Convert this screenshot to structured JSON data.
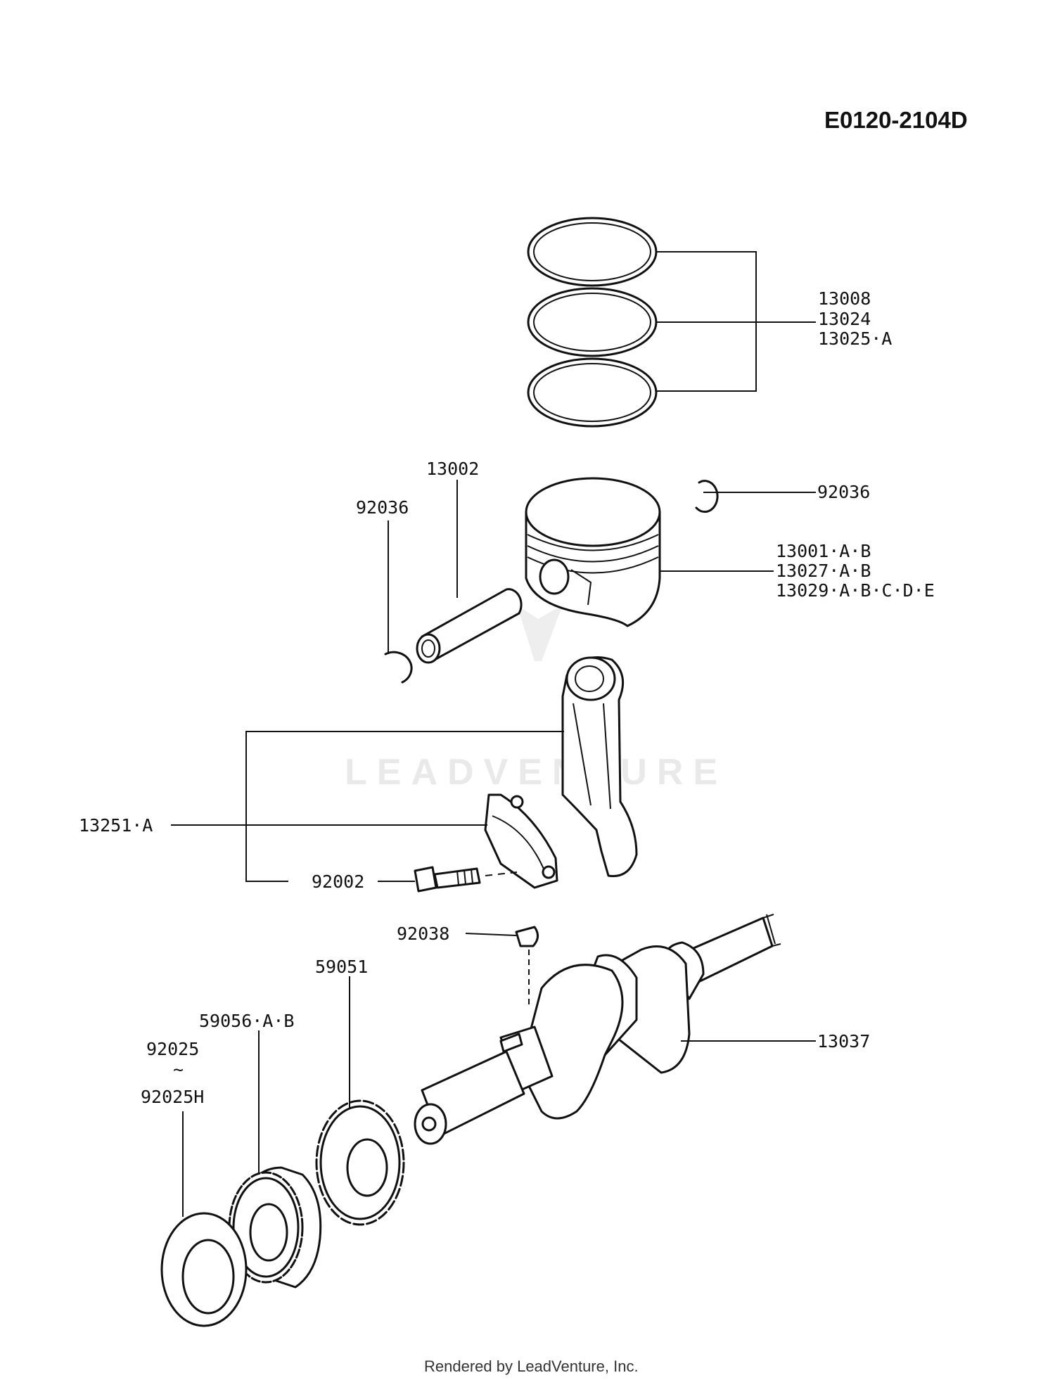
{
  "diagram": {
    "code": "E0120-2104D",
    "watermark": "LEADVENTURE",
    "footer": "Rendered by LeadVenture, Inc.",
    "labels": {
      "ring1": "13008",
      "ring2": "13024",
      "ring3": "13025·A",
      "pin": "13002",
      "clip_left": "92036",
      "clip_right": "92036",
      "piston1": "13001·A·B",
      "piston2": "13027·A·B",
      "piston3": "13029·A·B·C·D·E",
      "conrod": "13251·A",
      "bolt": "92002",
      "key": "92038",
      "sprocket": "59051",
      "gear": "59056·A·B",
      "washer_a": "92025",
      "washer_tilde": "~",
      "washer_b": "92025H",
      "crankshaft": "13037"
    }
  }
}
